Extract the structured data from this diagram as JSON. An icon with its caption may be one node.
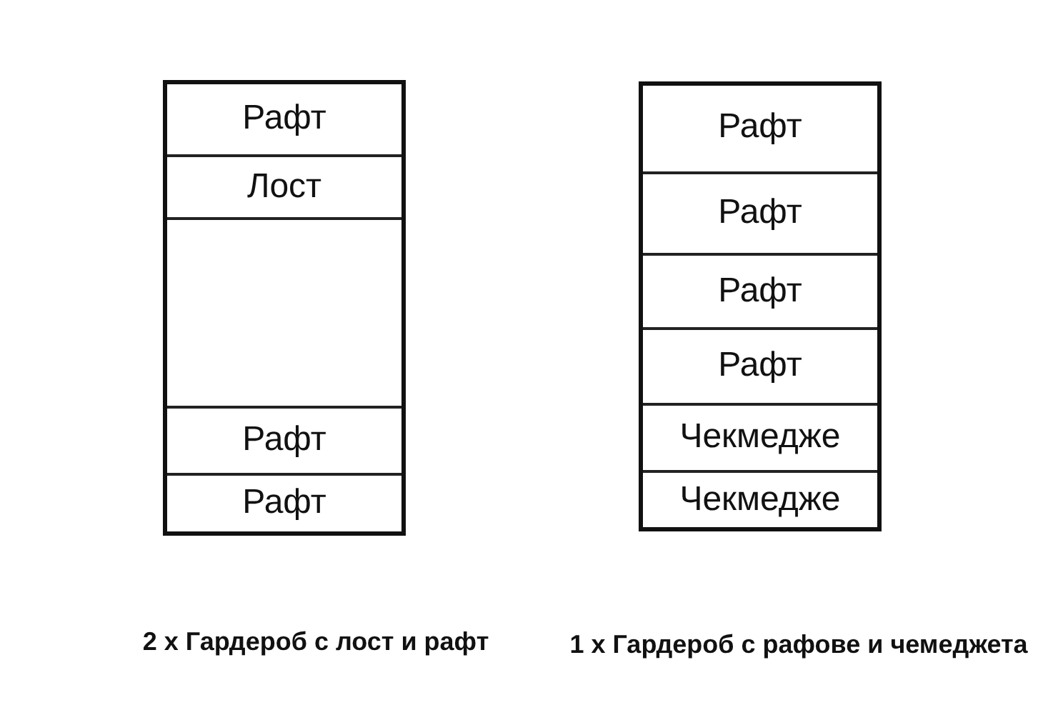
{
  "diagram": {
    "nodes": [
      {
        "text": [],
        "shape": "box"
      },
      {
        "text": [
          "Рафт"
        ],
        "in": 0
      },
      {
        "text": [
          "Лост"
        ],
        "in": 0
      },
      {
        "text": [],
        "shape": "box",
        "in": 0
      },
      {
        "text": [
          "Рафт"
        ],
        "in": 0
      },
      {
        "text": [
          "Рафт"
        ],
        "in": 0
      },
      {
        "text": [],
        "shape": "box"
      },
      {
        "text": [
          "Рафт"
        ],
        "in": 6
      },
      {
        "text": [
          "Рафт"
        ],
        "in": 6
      },
      {
        "text": [
          "Рафт"
        ],
        "in": 6
      },
      {
        "text": [
          "Рафт"
        ],
        "in": 6
      },
      {
        "text": [
          "Чекмедже"
        ],
        "in": 6
      },
      {
        "text": [
          "Чекмедже"
        ],
        "in": 6
      }
    ],
    "labels": [
      "2 x Гардероб с лост и рафт",
      "1 x Гардероб с рафове и чемеджета"
    ]
  }
}
